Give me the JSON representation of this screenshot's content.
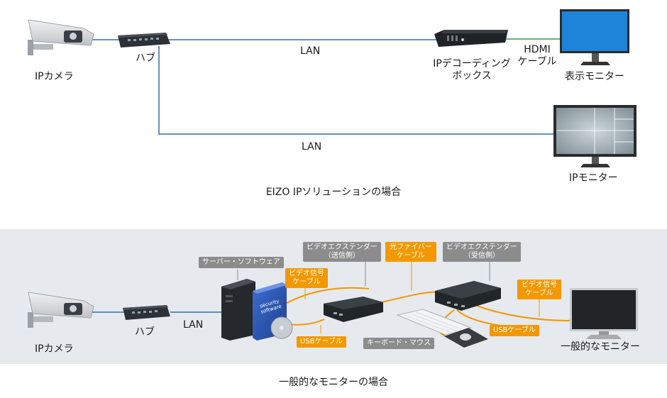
{
  "top": {
    "ip_camera": "IPカメラ",
    "hub": "ハブ",
    "lan_upper": "LAN",
    "lan_lower": "LAN",
    "decoder_line1": "IPデコーディング",
    "decoder_line2": "ボックス",
    "hdmi_line1": "HDMI",
    "hdmi_line2": "ケーブル",
    "display_monitor": "表示モニター",
    "ip_monitor": "IPモニター",
    "caption": "EIZO IPソリューションの場合"
  },
  "bottom": {
    "ip_camera": "IPカメラ",
    "hub": "ハブ",
    "lan": "LAN",
    "server_tag": "サーバー・ソフトウェア",
    "extender_send_line1": "ビデオエクステンダー",
    "extender_send_line2": "（送信側）",
    "fiber_line1": "光ファイバー",
    "fiber_line2": "ケーブル",
    "extender_recv_line1": "ビデオエクステンダー",
    "extender_recv_line2": "（受信側）",
    "video_cable_left_line1": "ビデオ信号",
    "video_cable_left_line2": "ケーブル",
    "video_cable_right_line1": "ビデオ信号",
    "video_cable_right_line2": "ケーブル",
    "usb_left": "USBケーブル",
    "usb_right": "USBケーブル",
    "keyboard_mouse": "キーボード・マウス",
    "general_monitor": "一般的なモニター",
    "software_box_line1": "security",
    "software_box_line2": "software",
    "caption": "一般的なモニターの場合"
  },
  "colors": {
    "lan_line": "#2f6db3",
    "hdmi_line": "#2fa34a",
    "orange": "#f39800",
    "gray_tag": "#8c8c8c",
    "panel_bg": "#e6e9ed"
  }
}
